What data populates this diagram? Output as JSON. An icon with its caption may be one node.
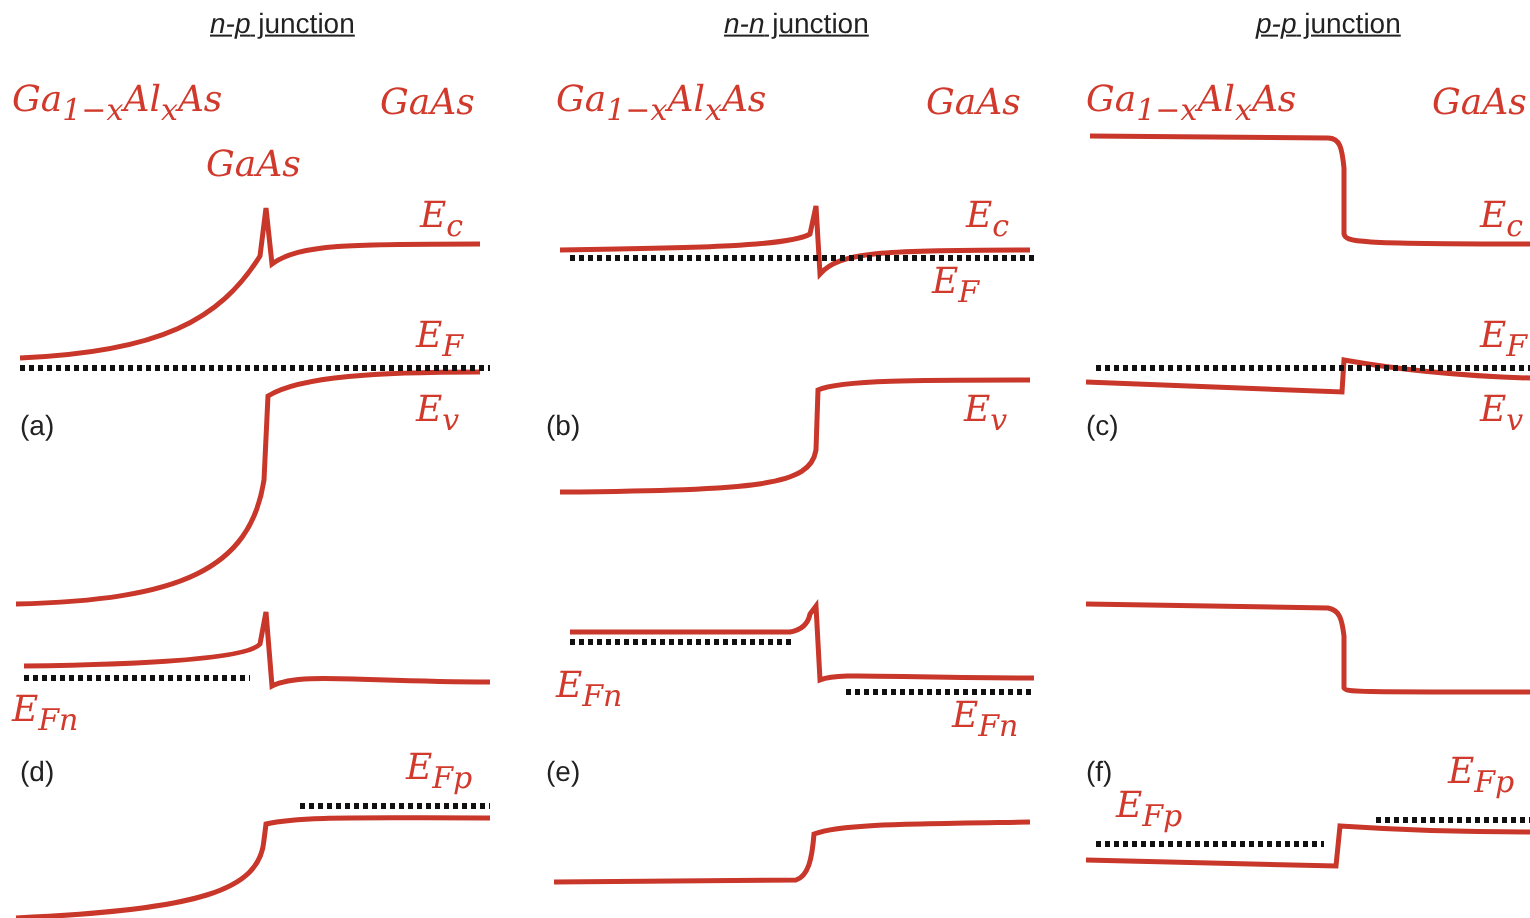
{
  "diagram": {
    "labels": [
      "*n-p* junction",
      "*n-n* junction",
      "*p-p* junction",
      "Ga$_{1−x}$Al$_{x}$As",
      "GaAs",
      "Ga$_{1−x}$Al$_{x}$As",
      "GaAs",
      "Ga$_{1−x}$Al$_{x}$As",
      "GaAs",
      "GaAs",
      "E$_{c}$",
      "E$_{c}$",
      "E$_{c}$",
      "E$_{F}$",
      "E$_{F}$",
      "E$_{F}$",
      "(a)",
      "E$_{v}$",
      "(b)",
      "E$_{v}$",
      "(c)",
      "E$_{v}$",
      "E$_{Fn}$",
      "E$_{Fn}$",
      "E$_{Fn}$",
      "(d)",
      "E$_{Fp}$",
      "(e)",
      "(f)",
      "E$_{Fp}$",
      "E$_{Fp}$"
    ]
  }
}
